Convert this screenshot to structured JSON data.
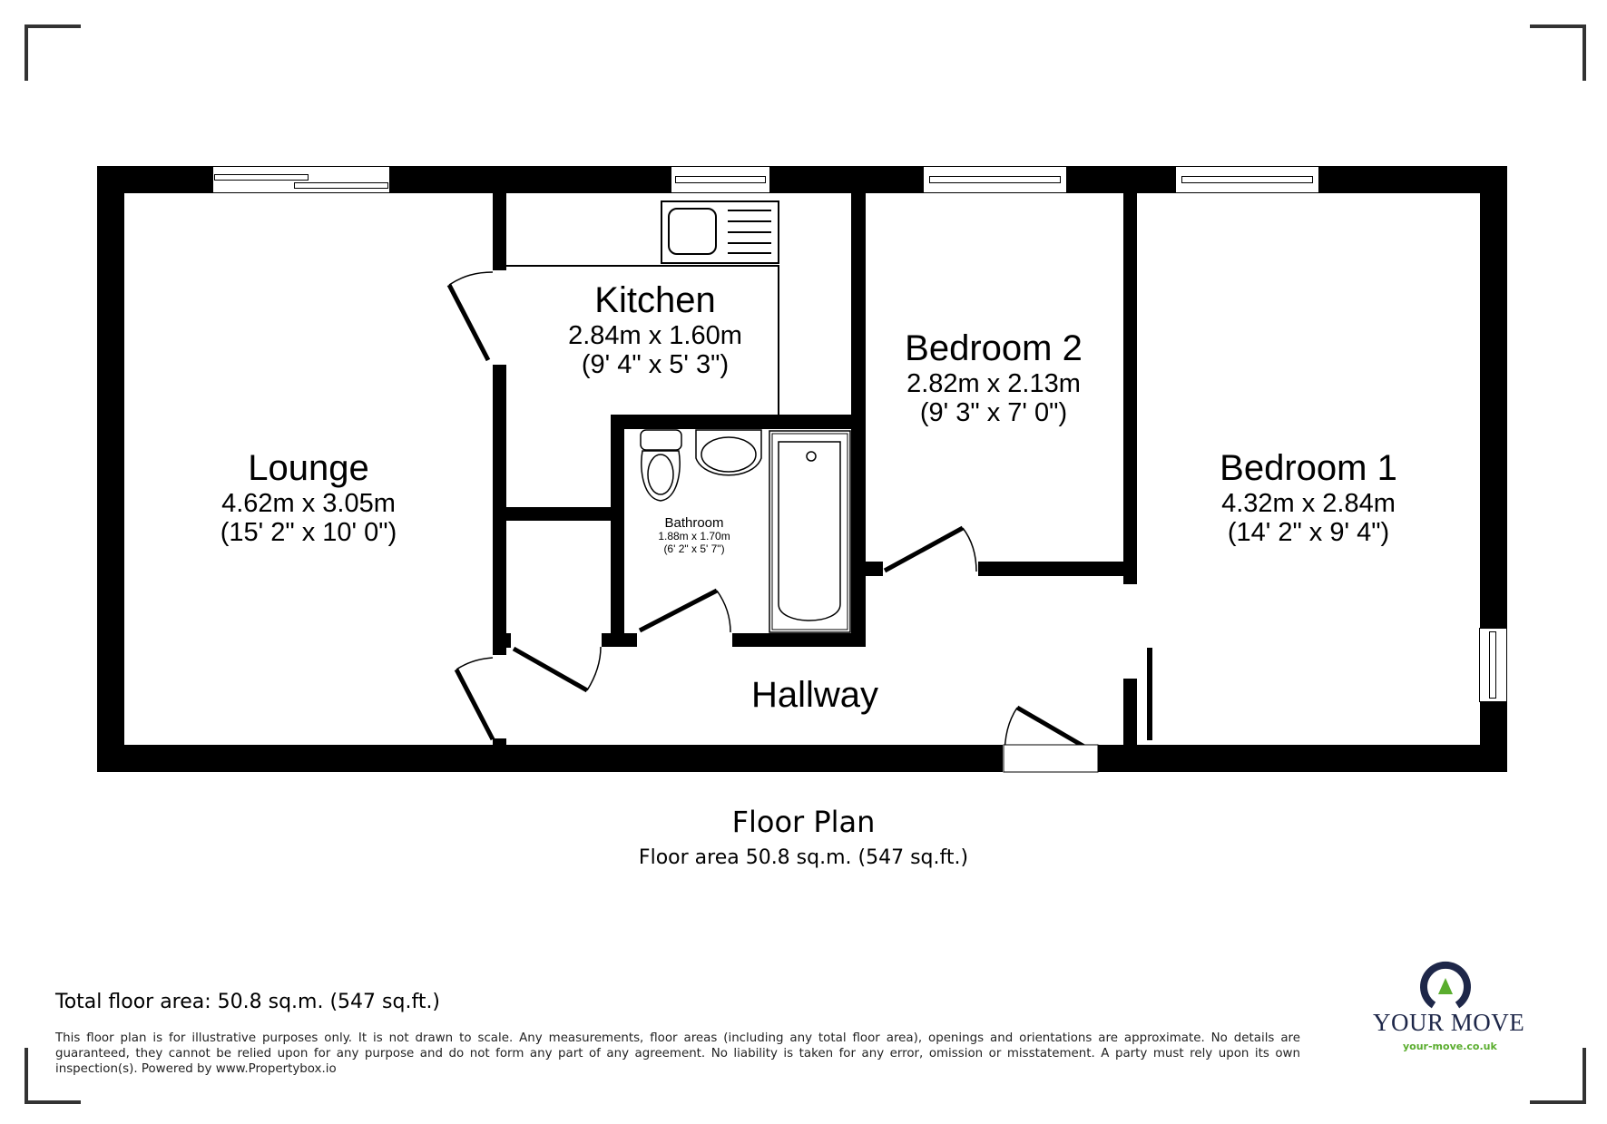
{
  "plan": {
    "title": "Floor Plan",
    "subtitle": "Floor area 50.8 sq.m. (547 sq.ft.)"
  },
  "rooms": {
    "lounge": {
      "name": "Lounge",
      "metric": "4.62m x 3.05m",
      "imperial": "(15' 2\" x 10' 0\")"
    },
    "kitchen": {
      "name": "Kitchen",
      "metric": "2.84m x 1.60m",
      "imperial": "(9' 4\" x 5' 3\")"
    },
    "bedroom2": {
      "name": "Bedroom 2",
      "metric": "2.82m x 2.13m",
      "imperial": "(9' 3\" x 7' 0\")"
    },
    "bedroom1": {
      "name": "Bedroom 1",
      "metric": "4.32m x 2.84m",
      "imperial": "(14' 2\" x 9' 4\")"
    },
    "bathroom": {
      "name": "Bathroom",
      "metric": "1.88m x 1.70m",
      "imperial": "(6' 2\" x 5' 7\")"
    },
    "hallway": {
      "name": "Hallway"
    }
  },
  "footer": {
    "total_area": "Total floor area: 50.8 sq.m. (547 sq.ft.)",
    "disclaimer": "This floor plan is for illustrative purposes only. It is not drawn to scale. Any measurements, floor areas (including any total floor area), openings and orientations are approximate. No details are guaranteed, they cannot be relied upon for any purpose and do not form any part of any agreement. No liability is taken for any error, omission or misstatement. A party must rely upon its own inspection(s). Powered by www.Propertybox.io"
  },
  "logo": {
    "name": "YOUR MOVE",
    "url": "your-move.co.uk",
    "colors": {
      "navy": "#1e2749",
      "green": "#5aad2e"
    }
  },
  "colors": {
    "wall": "#000000",
    "corner_marks": "#333333",
    "background": "#ffffff"
  }
}
